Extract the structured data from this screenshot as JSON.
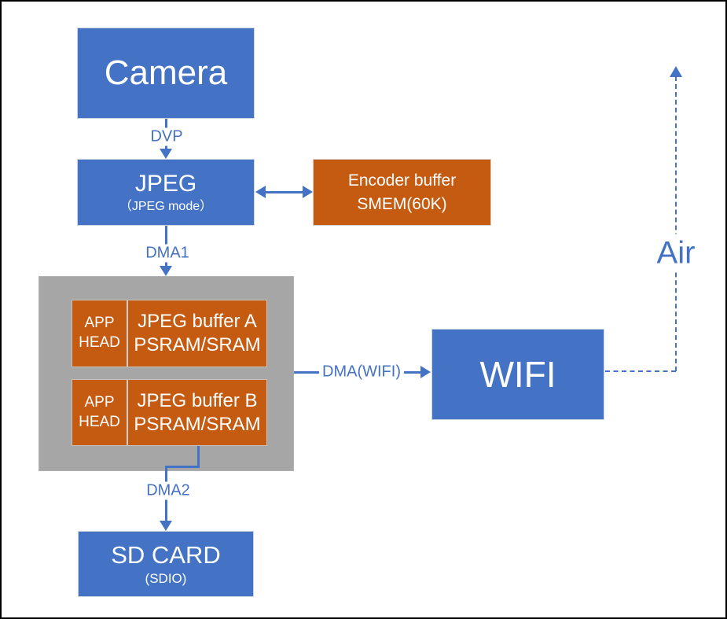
{
  "nodes": {
    "camera": {
      "label": "Camera"
    },
    "jpeg": {
      "label": "JPEG",
      "mode": "（JPEG mode）"
    },
    "encoder_buffer": {
      "line1": "Encoder buffer",
      "line2": "SMEM(60K)"
    },
    "buffer_a": {
      "head1": "APP",
      "head2": "HEAD",
      "title": "JPEG buffer A",
      "subtitle": "PSRAM/SRAM"
    },
    "buffer_b": {
      "head1": "APP",
      "head2": "HEAD",
      "title": "JPEG buffer B",
      "subtitle": "PSRAM/SRAM"
    },
    "wifi": {
      "label": "WIFI"
    },
    "sd_card": {
      "label": "SD CARD",
      "sublabel": "(SDIO)"
    }
  },
  "edges": {
    "dvp": {
      "label": "DVP"
    },
    "dma1": {
      "label": "DMA1"
    },
    "dma2": {
      "label": "DMA2"
    },
    "dma_wifi": {
      "label": "DMA(WIFI)"
    },
    "air": {
      "label": "Air"
    }
  },
  "colors": {
    "node_blue": "#4472C4",
    "node_orange": "#C55A11",
    "container_gray": "#A6A6A6",
    "connector_blue": "#4472C4",
    "text_white": "#FFFFFF"
  }
}
